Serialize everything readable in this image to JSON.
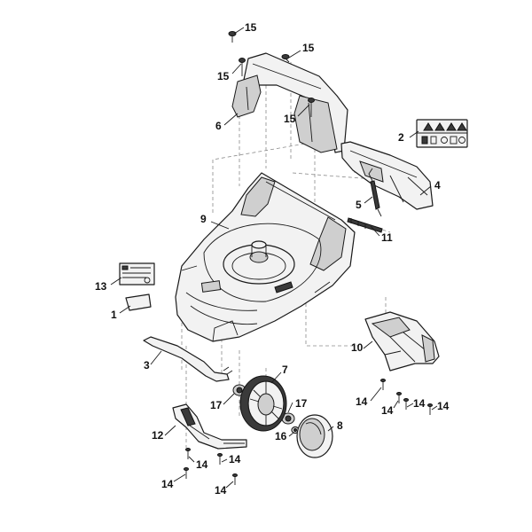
{
  "callouts": [
    {
      "id": "15a",
      "label": "15"
    },
    {
      "id": "15b",
      "label": "15"
    },
    {
      "id": "15c",
      "label": "15"
    },
    {
      "id": "15d",
      "label": "15"
    },
    {
      "id": "6",
      "label": "6"
    },
    {
      "id": "2",
      "label": "2"
    },
    {
      "id": "4",
      "label": "4"
    },
    {
      "id": "5",
      "label": "5"
    },
    {
      "id": "9",
      "label": "9"
    },
    {
      "id": "11",
      "label": "11"
    },
    {
      "id": "13",
      "label": "13"
    },
    {
      "id": "1",
      "label": "1"
    },
    {
      "id": "10",
      "label": "10"
    },
    {
      "id": "3",
      "label": "3"
    },
    {
      "id": "7",
      "label": "7"
    },
    {
      "id": "17a",
      "label": "17"
    },
    {
      "id": "17b",
      "label": "17"
    },
    {
      "id": "16",
      "label": "16"
    },
    {
      "id": "8",
      "label": "8"
    },
    {
      "id": "12",
      "label": "12"
    },
    {
      "id": "14a",
      "label": "14"
    },
    {
      "id": "14b",
      "label": "14"
    },
    {
      "id": "14c",
      "label": "14"
    },
    {
      "id": "14d",
      "label": "14"
    },
    {
      "id": "14e",
      "label": "14"
    },
    {
      "id": "14f",
      "label": "14"
    },
    {
      "id": "14g",
      "label": "14"
    },
    {
      "id": "14h",
      "label": "14"
    }
  ]
}
